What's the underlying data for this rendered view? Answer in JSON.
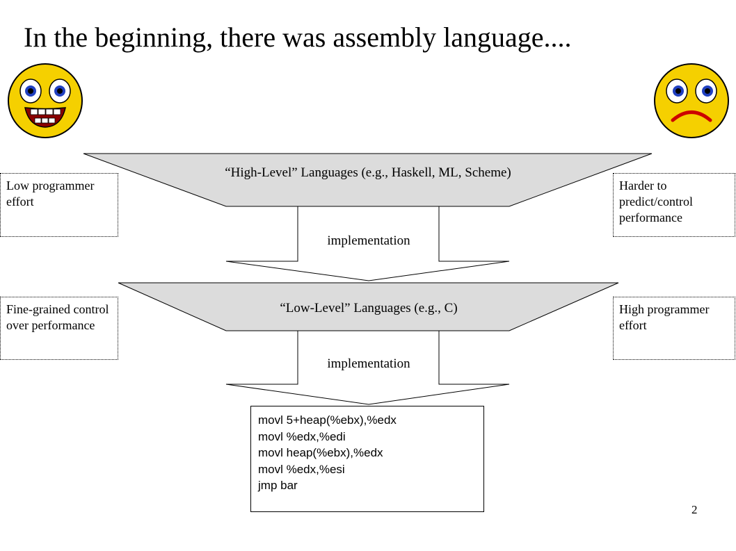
{
  "title": "In the beginning, there was assembly language....",
  "high_level_label": "“High-Level” Languages (e.g., Haskell, ML, Scheme)",
  "low_level_label": "“Low-Level” Languages (e.g., C)",
  "implementation_label_1": "implementation",
  "implementation_label_2": "implementation",
  "notes": {
    "left_top": "Low programmer effort",
    "right_top": "Harder to predict/control performance",
    "left_bottom": "Fine-grained control over performance",
    "right_bottom": "High programmer effort"
  },
  "assembly_code": [
    "movl 5+heap(%ebx),%edx",
    "movl %edx,%edi",
    "movl heap(%ebx),%edx",
    "movl %edx,%esi",
    "jmp bar"
  ],
  "page_number": "2",
  "colors": {
    "funnel_fill": "#dcdcdc",
    "smiley_fill": "#f5d000",
    "eye_iris": "#2040c0",
    "frown_mouth": "#cc0000"
  },
  "icons": [
    "happy-smiley-icon",
    "sad-smiley-icon"
  ]
}
